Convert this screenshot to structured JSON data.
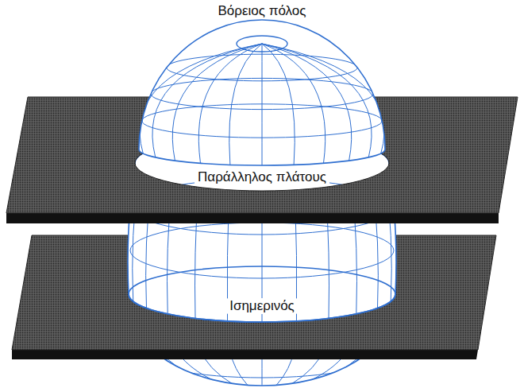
{
  "diagram": {
    "labels": [
      "Βόρειος πόλος",
      "Παράλληλος πλάτους",
      "Ισημερινός"
    ]
  }
}
